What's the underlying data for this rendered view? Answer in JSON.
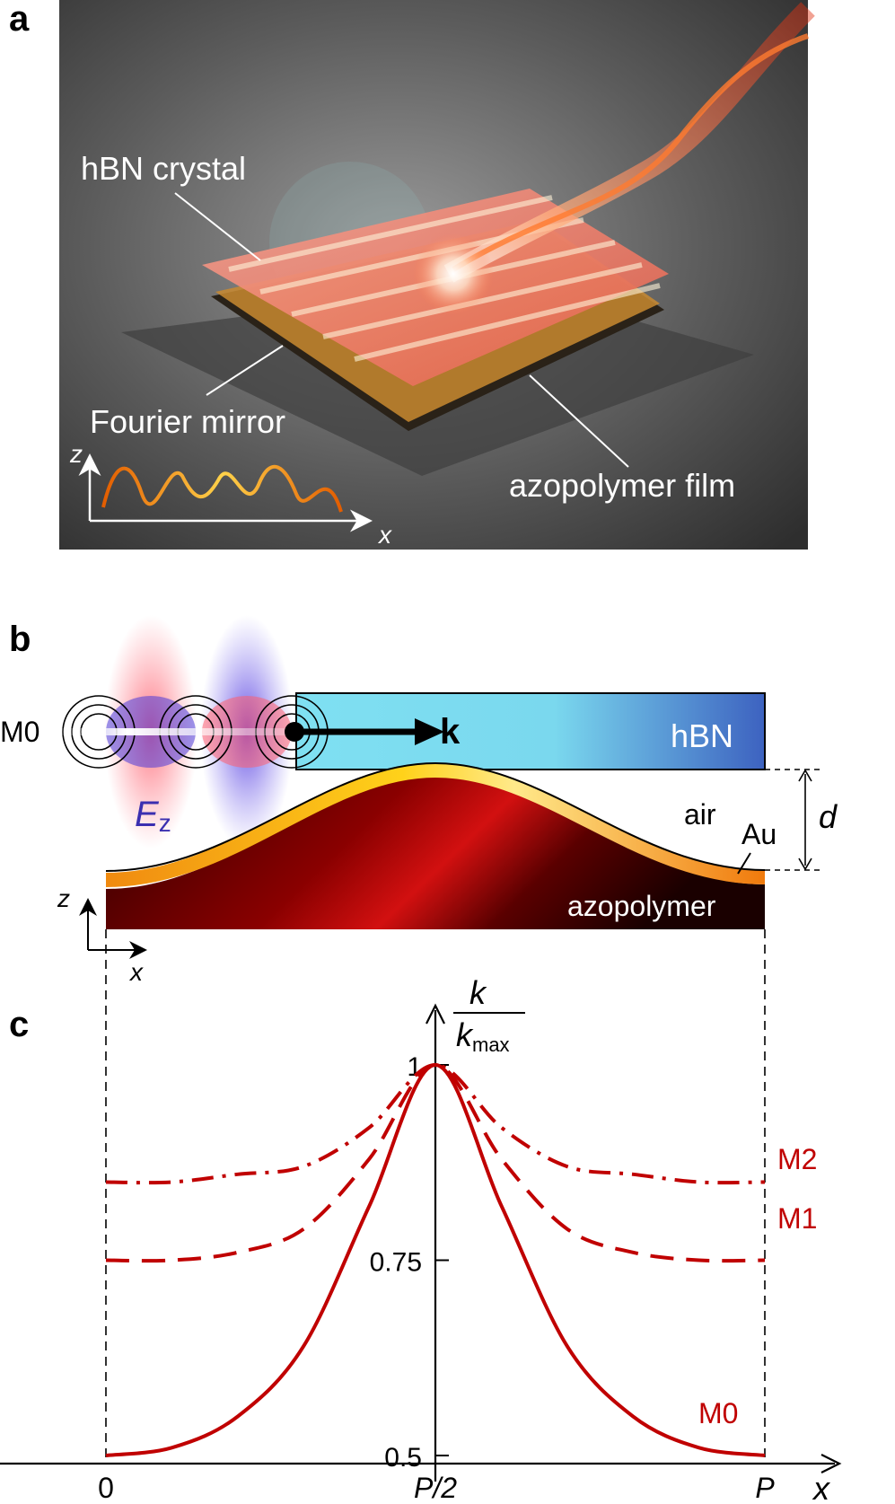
{
  "panel_a": {
    "label": "a",
    "labels": {
      "hbn_crystal": "hBN crystal",
      "fourier_mirror": "Fourier mirror",
      "azopolymer_film": "azopolymer film"
    },
    "axes": {
      "z": "z",
      "x": "x"
    }
  },
  "panel_b": {
    "label": "b",
    "labels": {
      "mode": "M0",
      "k": "k",
      "hbn": "hBN",
      "ez": "E",
      "ez_sub": "z",
      "air": "air",
      "au": "Au",
      "d": "d",
      "azopolymer": "azopolymer"
    },
    "axes": {
      "z": "z",
      "x": "x"
    }
  },
  "panel_c": {
    "label": "c",
    "ylabel_num": "k",
    "ylabel_den": "k",
    "ylabel_den_sub": "max",
    "xlabel": "x",
    "x_ticks": [
      "0",
      "P/2",
      "P"
    ],
    "y_ticks": [
      "0.5",
      "0.75",
      "1"
    ],
    "colors": {
      "curve": "#c00000"
    }
  },
  "chart_data": {
    "type": "line",
    "xlabel": "x",
    "ylabel": "k / kmax",
    "x_ticks": [
      "0",
      "P/2",
      "P"
    ],
    "ylim": [
      0.49,
      1.07
    ],
    "series": [
      {
        "name": "M0",
        "style": "solid",
        "x": [
          0,
          0.1,
          0.2,
          0.3,
          0.4,
          0.5,
          0.6,
          0.7,
          0.8,
          0.9,
          1.0
        ],
        "y": [
          0.5,
          0.51,
          0.55,
          0.64,
          0.82,
          1.0,
          0.82,
          0.64,
          0.55,
          0.51,
          0.5
        ]
      },
      {
        "name": "M1",
        "style": "dashed",
        "x": [
          0,
          0.1,
          0.2,
          0.3,
          0.4,
          0.5,
          0.6,
          0.7,
          0.8,
          0.9,
          1.0
        ],
        "y": [
          0.75,
          0.75,
          0.76,
          0.79,
          0.88,
          1.0,
          0.88,
          0.79,
          0.76,
          0.75,
          0.75
        ]
      },
      {
        "name": "M2",
        "style": "dash-dot",
        "x": [
          0,
          0.1,
          0.2,
          0.3,
          0.4,
          0.5,
          0.6,
          0.7,
          0.8,
          0.9,
          1.0
        ],
        "y": [
          0.85,
          0.85,
          0.86,
          0.87,
          0.92,
          1.0,
          0.92,
          0.87,
          0.86,
          0.85,
          0.85
        ]
      }
    ]
  }
}
